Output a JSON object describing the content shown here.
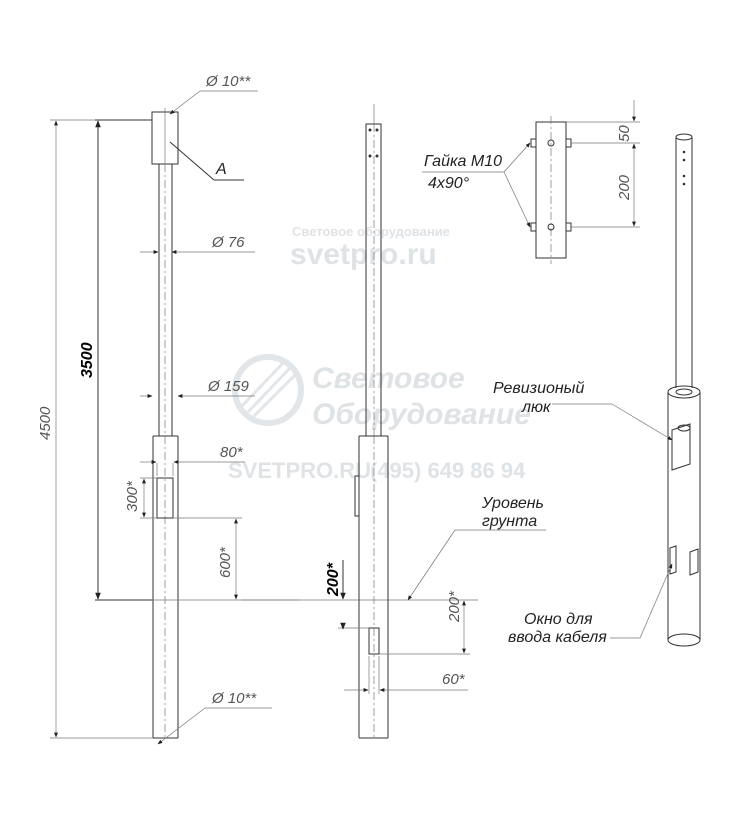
{
  "watermark": {
    "line1": "Световое оборудование",
    "line2": "svetpro.ru",
    "logo_line1": "Световое",
    "logo_line2": "Оборудование",
    "contact_site": "SVETPRO.RU",
    "contact_phone": "(495) 649 86 94"
  },
  "left_view": {
    "callout_a": "A",
    "dia_top": "Ø 10**",
    "dia_76": "Ø 76",
    "dia_159": "Ø 159",
    "dim_80": "80*",
    "dim_300": "300*",
    "dim_600": "600*",
    "dim_3500": "3500",
    "dim_4500": "4500",
    "dia_bottom": "Ø 10**"
  },
  "middle_view": {
    "ground_label_1": "Уровень",
    "ground_label_2": "грунта",
    "dim_200_bold": "200*",
    "dim_200": "200*",
    "dim_60": "60*"
  },
  "detail_a": {
    "nut_label_1": "Гайка М10",
    "nut_label_2": "4х90°",
    "dim_50": "50",
    "dim_200": "200"
  },
  "iso_view": {
    "hatch_label_1": "Ревизионый",
    "hatch_label_2": "люк",
    "cable_label_1": "Окно для",
    "cable_label_2": "ввода кабеля"
  },
  "colors": {
    "line": "#333333",
    "watermark": "#dfe3e6"
  }
}
